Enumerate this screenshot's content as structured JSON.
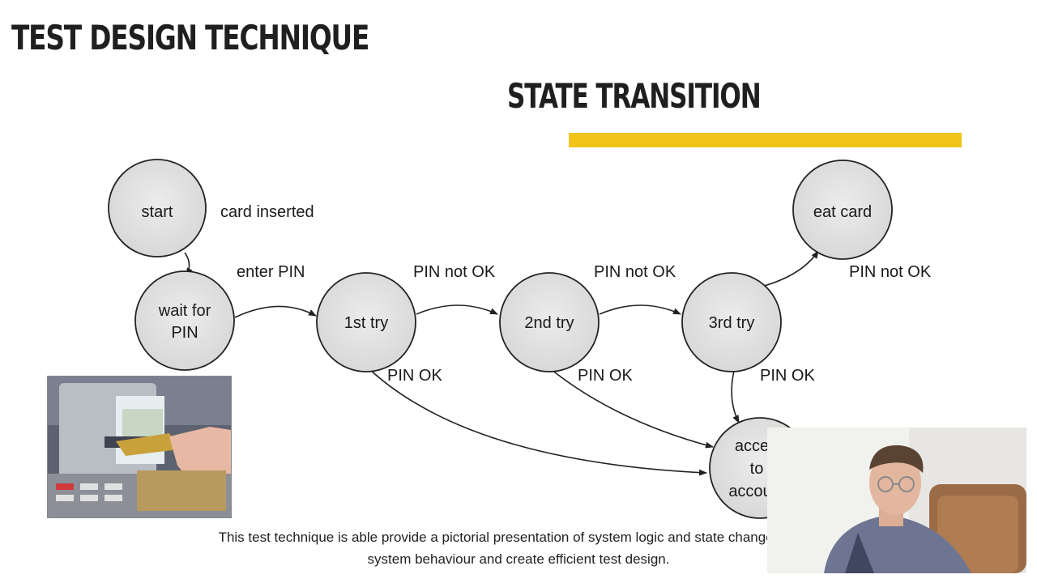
{
  "slide": {
    "title": "TEST DESIGN TECHNIQUE",
    "subtitle": "STATE TRANSITION",
    "accent_color": "#f0c419"
  },
  "diagram": {
    "states": {
      "start": "start",
      "wait_line1": "wait for",
      "wait_line2": "PIN",
      "try1": "1st try",
      "try2": "2nd try",
      "try3": "3rd try",
      "eat_card": "eat card",
      "access_line1": "acce",
      "access_line2": "to",
      "access_line3": "accou"
    },
    "transitions": {
      "card_inserted": "card inserted",
      "enter_pin": "enter PIN",
      "pin_not_ok_1": "PIN not OK",
      "pin_not_ok_2": "PIN not OK",
      "pin_not_ok_3": "PIN not OK",
      "pin_ok_1": "PIN OK",
      "pin_ok_2": "PIN OK",
      "pin_ok_3": "PIN OK"
    }
  },
  "caption": {
    "line1": "This test technique is able provide a pictorial presentation of system logic and state changes that a",
    "line2": "system behaviour and create efficient test design."
  },
  "media": {
    "atm_photo_icon": "atm-card-photo",
    "webcam_icon": "presenter-webcam"
  }
}
